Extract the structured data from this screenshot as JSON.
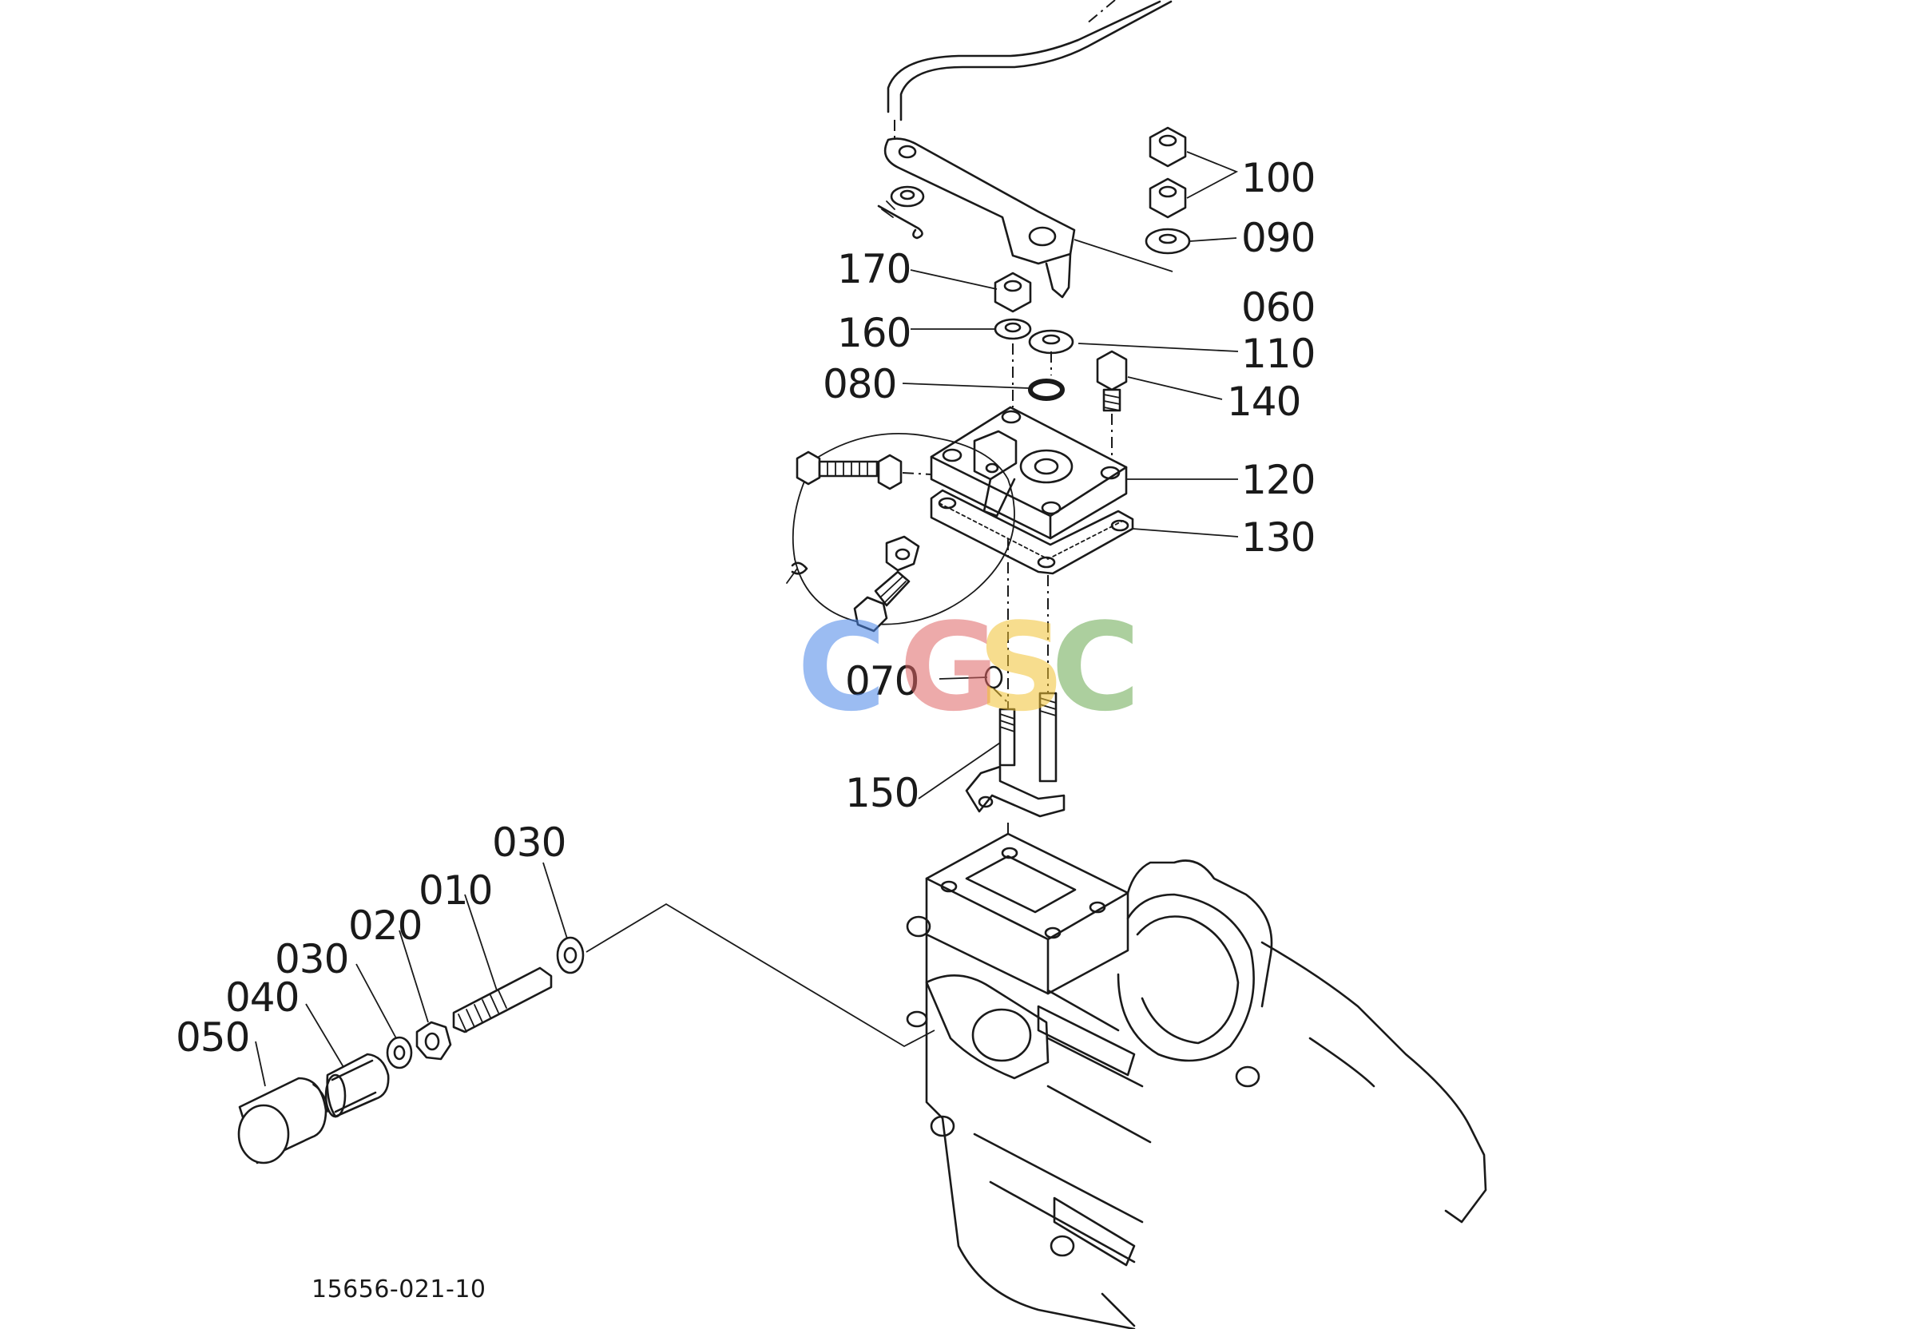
{
  "diagram": {
    "reference_code": "15656-021-10",
    "watermark": {
      "letters": [
        "C",
        "G",
        "S",
        "C"
      ],
      "colors": [
        "#4a86e8",
        "#e06666",
        "#f1c232",
        "#6aa84f"
      ]
    },
    "callouts": {
      "p100": "100",
      "p090": "090",
      "p170": "170",
      "p060": "060",
      "p160": "160",
      "p110": "110",
      "p080": "080",
      "p140": "140",
      "p120": "120",
      "p130": "130",
      "p070": "070",
      "p150": "150",
      "p030a": "030",
      "p010": "010",
      "p020": "020",
      "p030b": "030",
      "p040": "040",
      "p050": "050"
    }
  }
}
